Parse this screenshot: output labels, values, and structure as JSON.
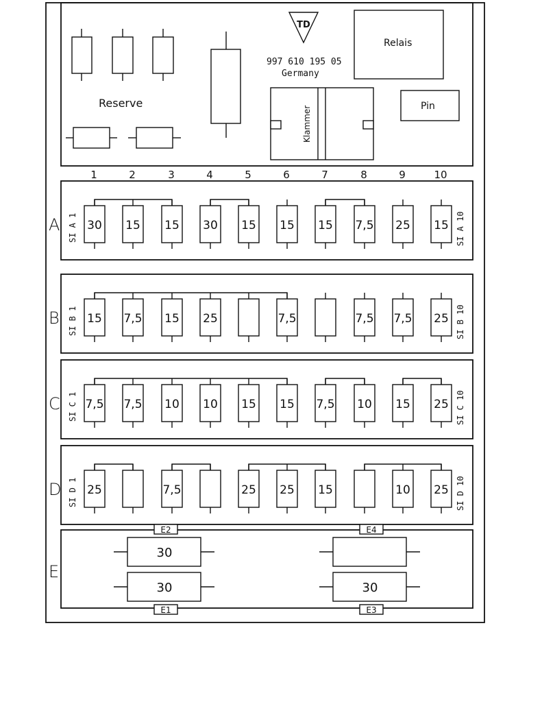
{
  "top": {
    "reserve_label": "Reserve",
    "relais_label": "Relais",
    "pin_label": "Pin",
    "klammer_label": "Klammer",
    "part_number": "997 610 195 05",
    "country": "Germany",
    "logo_letters": "TD"
  },
  "columns": [
    "1",
    "2",
    "3",
    "4",
    "5",
    "6",
    "7",
    "8",
    "9",
    "10"
  ],
  "rows": [
    {
      "letter": "A",
      "left_label": "SI A 1",
      "right_label": "SI A 10",
      "fuses": [
        "30",
        "15",
        "15",
        "30",
        "15",
        "15",
        "15",
        "7,5",
        "25",
        "15"
      ]
    },
    {
      "letter": "B",
      "left_label": "SI B 1",
      "right_label": "SI B 10",
      "fuses": [
        "15",
        "7,5",
        "15",
        "25",
        "",
        "7,5",
        "",
        "7,5",
        "7,5",
        "25"
      ]
    },
    {
      "letter": "C",
      "left_label": "SI C 1",
      "right_label": "SI C 10",
      "fuses": [
        "7,5",
        "7,5",
        "10",
        "10",
        "15",
        "15",
        "7,5",
        "10",
        "15",
        "25"
      ]
    },
    {
      "letter": "D",
      "left_label": "SI D 1",
      "right_label": "SI D 10",
      "fuses": [
        "25",
        "",
        "7,5",
        "",
        "25",
        "25",
        "15",
        "",
        "10",
        "25"
      ]
    }
  ],
  "row_e": {
    "letter": "E",
    "tags": {
      "e1": "E1",
      "e2": "E2",
      "e3": "E3",
      "e4": "E4"
    },
    "fuses": {
      "left_top": "30",
      "left_bottom": "30",
      "right_top": "",
      "right_bottom": "30"
    }
  }
}
